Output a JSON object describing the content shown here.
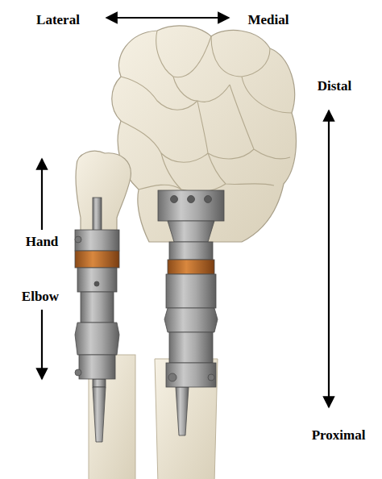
{
  "diagram": {
    "labels": [
      "Lateral",
      "Medial",
      "Distal",
      "Proximal",
      "Hand",
      "Elbow"
    ]
  }
}
